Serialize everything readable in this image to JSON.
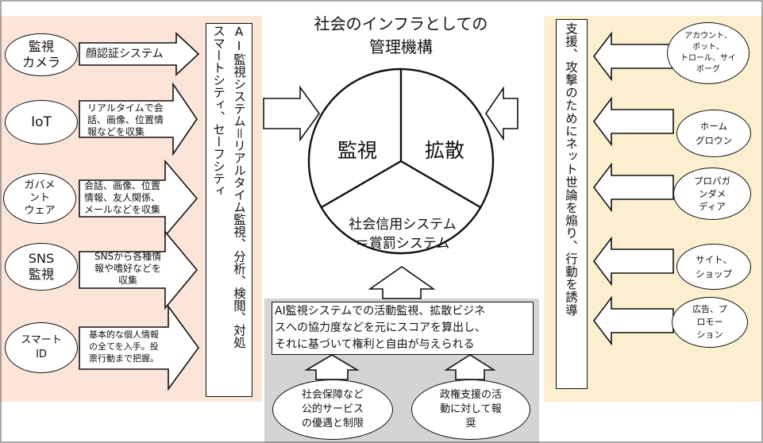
{
  "colors": {
    "left_panel": "#fbe5d9",
    "right_panel": "#fbefcf",
    "bottom_panel": "#d4d4d4",
    "stroke": "#111111"
  },
  "title": "社会のインフラとしての\n管理機構",
  "left": {
    "sources": [
      {
        "name": "監視\nカメラ",
        "desc": "顔認証システム"
      },
      {
        "name": "IoT",
        "desc": "リアルタイムで会\n話、画像、位置情\n報などを収集"
      },
      {
        "name": "ガバメ\nント\nウェア",
        "desc": "会話、画像、位置\n情報、友人関係、\nメールなどを収集"
      },
      {
        "name": "SNS\n監視",
        "desc": "SNSから各種情\n報や嗜好などを\n収集"
      },
      {
        "name": "スマート\nID",
        "desc": "基本的な個人情報\nの全てを入手。投\n票行動まで把握。"
      }
    ],
    "vertical_label": "AI監視システム＝リアルタイム監視、分析、検閲、対処\nスマートシティ、セーフシティ"
  },
  "circle": {
    "left": "監視",
    "right": "拡散",
    "bottom": "社会信用システム\n＝賞罰システム"
  },
  "bottom": {
    "box_text": "AI監視システムでの活動監視、拡散ビジネ\nスへの協力度などを元にスコアを算出し、\nそれに基づいて権利と自由が与えられる",
    "items": [
      "社会保障など\n公的サービス\nの優遇と制限",
      "政権支援の活\n動に対して報\n奨"
    ]
  },
  "right": {
    "vertical_label": "支援、攻撃のためにネット世論を煽り、行動を誘導",
    "actors": [
      "アカウント、\nボット、\nトロール、サイ\nボーグ",
      "ホーム\nグロウン",
      "プロパガ\nンダメ\nディア",
      "サイト、\nショップ",
      "広告、プ\nロモー\nション"
    ]
  }
}
